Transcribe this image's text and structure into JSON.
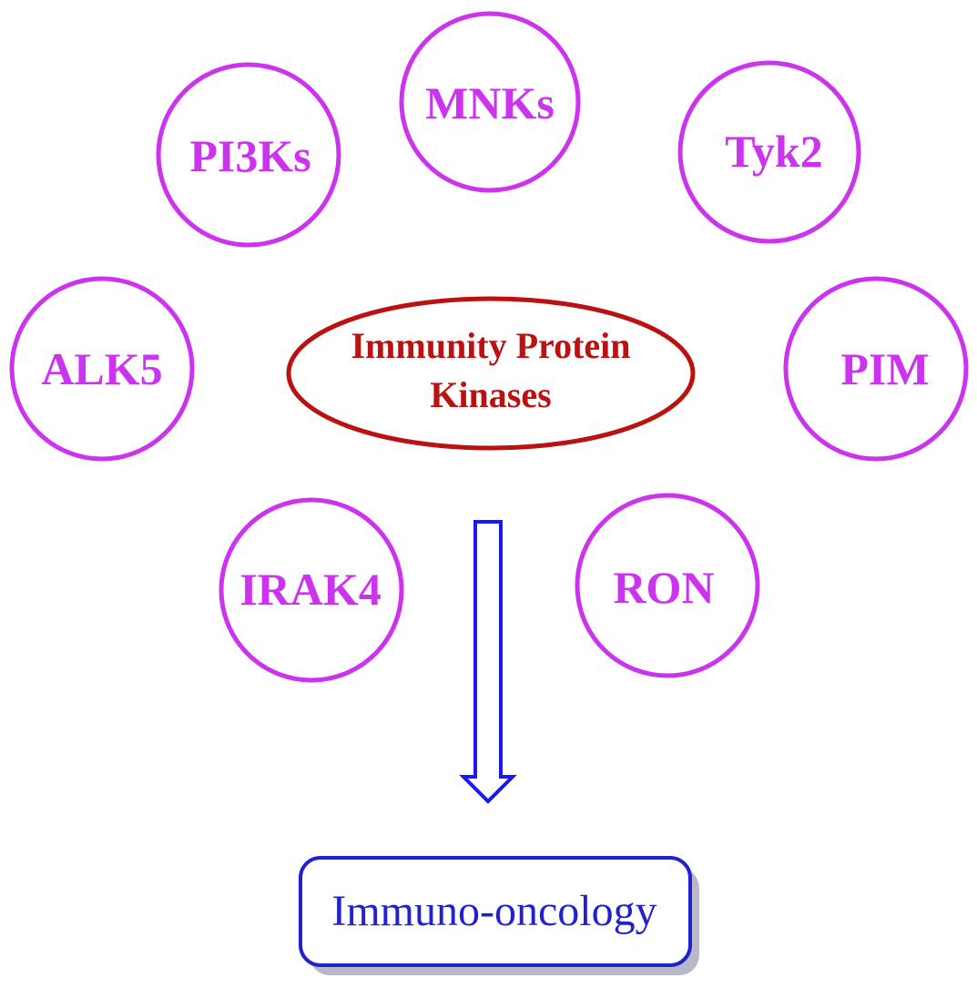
{
  "colors": {
    "kinase": "#cc33ee",
    "center": "#bb1111",
    "arrow": "#1a1aee",
    "outcome": "#2222cc",
    "shadow": "#b8b8c8"
  },
  "center": {
    "line1": "Immunity Protein",
    "line2": "Kinases"
  },
  "kinases": {
    "mnks": "MNKs",
    "pi3ks": "PI3Ks",
    "tyk2": "Tyk2",
    "alk5": "ALK5",
    "pim": "PIM",
    "irak4": "IRAK4",
    "ron": "RON"
  },
  "outcome": {
    "label": "Immuno-oncology"
  }
}
